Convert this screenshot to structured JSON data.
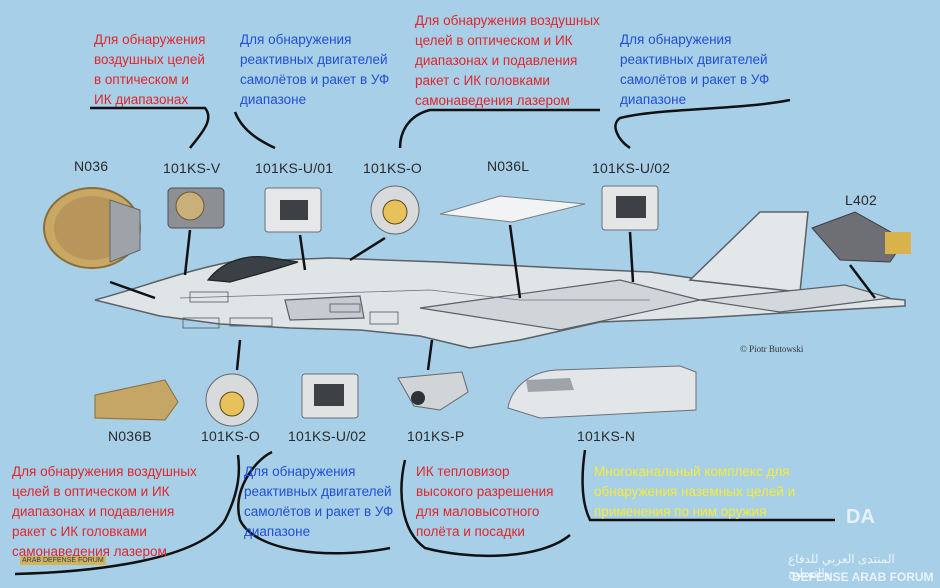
{
  "captions": {
    "top_1": "Для обнаружения\nвоздушных целей\nв оптическом и\nИК диапазонах",
    "top_2": "Для обнаружения\nреактивных двигателей\nсамолётов и ракет в УФ\nдиапазоне",
    "top_3": "Для обнаружения воздушных\nцелей в оптическом и ИК\nдиапазонах и подавления\nракет с ИК головками\nсамонаведения лазером",
    "top_4": "Для обнаружения\nреактивных двигателей\nсамолётов и ракет в УФ\nдиапазоне",
    "bottom_1": "Для обнаружения воздушных\nцелей в оптическом и ИК\nдиапазонах и подавления\nракет с ИК головками\nсамонаведения лазером",
    "bottom_2": "Для обнаружения\nреактивных двигателей\nсамолётов и ракет в УФ\nдиапазоне",
    "bottom_3": "ИК тепловизор\nвысокого разрешения\nдля маловысотного\nполёта и посадки",
    "bottom_4": "Многоканальный комплекс для\nобнаружения наземных целей и\nприменения по ним оружия"
  },
  "labels": {
    "n036": "N036",
    "ks_v": "101KS-V",
    "ks_u01": "101KS-U/01",
    "ks_o_top": "101KS-O",
    "n036l": "N036L",
    "ks_u02_top": "101KS-U/02",
    "l402": "L402",
    "n036b": "N036B",
    "ks_o_bottom": "101KS-O",
    "ks_u02_bottom": "101KS-U/02",
    "ks_p": "101KS-P",
    "ks_n": "101KS-N"
  },
  "credit": "© Piotr Butowski",
  "watermark": {
    "logo": "DA",
    "arabic": "المنتدى العربي للدفاع والتسليح",
    "english": "DEFENSE ARAB FORUM",
    "small": "ARAB DEFENSE FORUM"
  },
  "colors": {
    "background": "#a8cfe8",
    "red_caption": "#e0252b",
    "blue_caption": "#1f4fd3",
    "yellow_caption": "#f4ec3a"
  }
}
